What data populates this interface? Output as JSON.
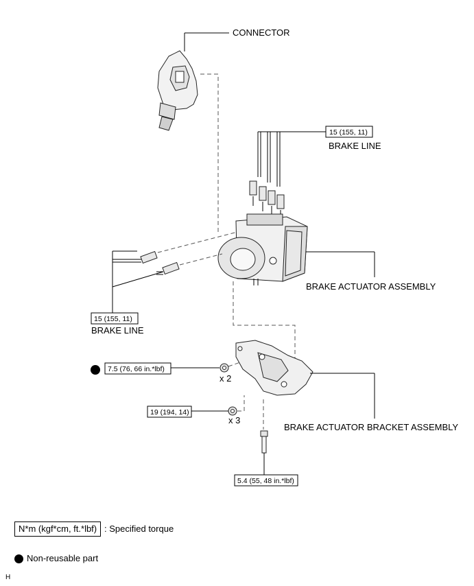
{
  "labels": {
    "connector": "CONNECTOR",
    "brake_line_top": "BRAKE LINE",
    "brake_line_left": "BRAKE LINE",
    "actuator_assembly": "BRAKE ACTUATOR ASSEMBLY",
    "bracket_assembly": "BRAKE ACTUATOR BRACKET ASSEMBLY"
  },
  "torques": {
    "brake_line_top": "15 (155, 11)",
    "brake_line_left": "15 (155, 11)",
    "nut_bracket": "7.5 (76, 66 in.*lbf)",
    "nut_lower": "19 (194, 14)",
    "bolt_bottom": "5.4 (55, 48 in.*lbf)"
  },
  "quantities": {
    "nut_bracket": "x 2",
    "nut_lower": "x 3"
  },
  "legend": {
    "torque_box": "N*m (kgf*cm, ft.*lbf)",
    "torque_text": ": Specified torque",
    "nonreusable_text": "Non-reusable part"
  },
  "corner_mark": "H",
  "icons": {
    "nonreusable": "filled-circle-icon"
  }
}
